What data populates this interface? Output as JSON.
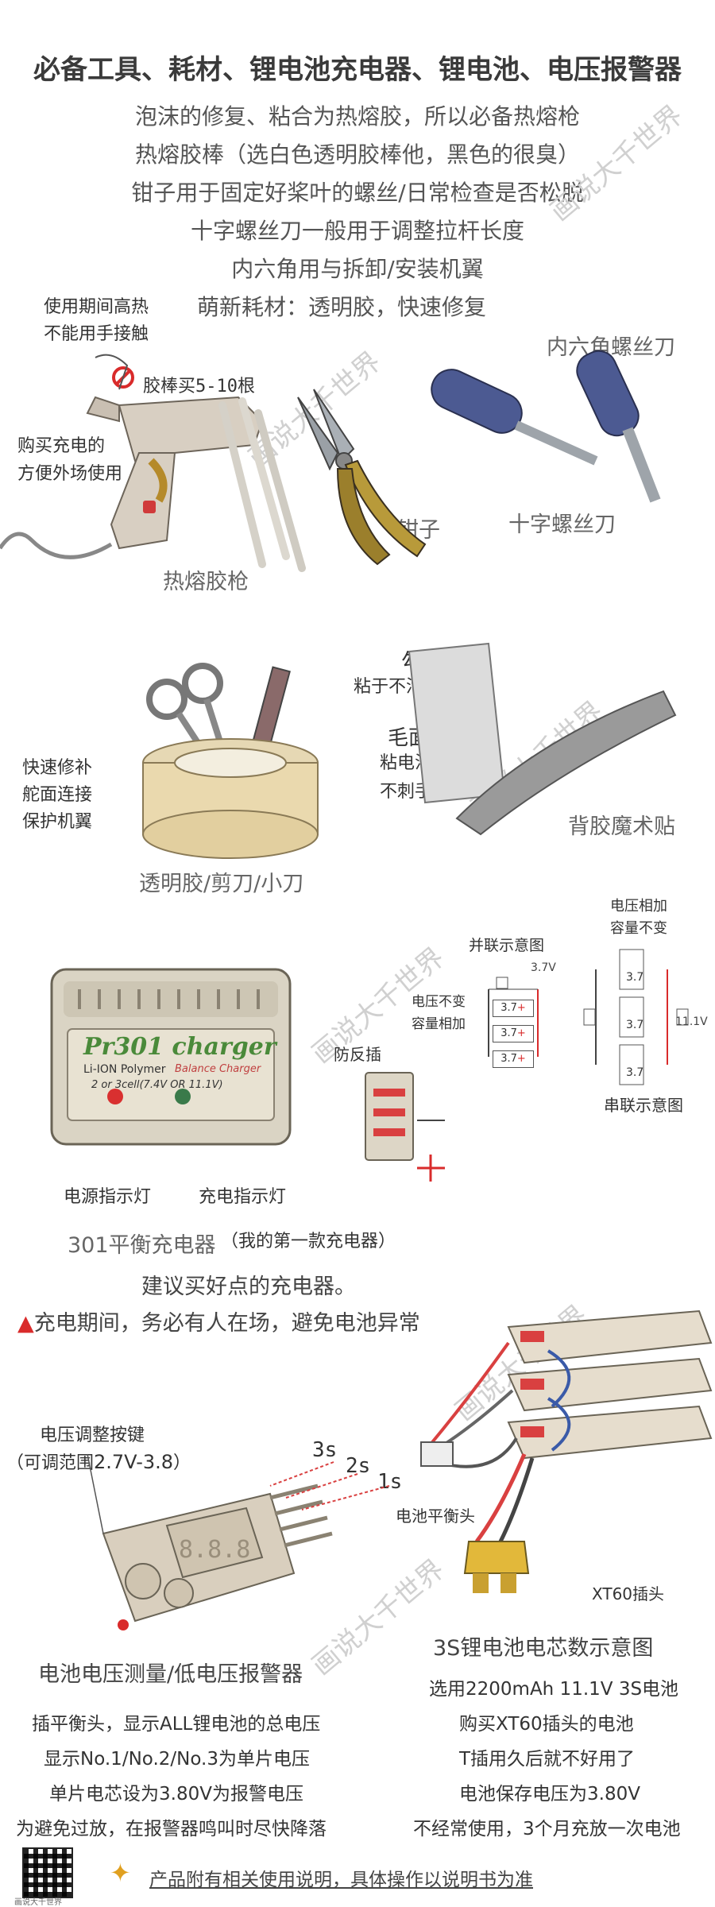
{
  "title": "必备工具、耗材、锂电池充电器、锂电池、电压报警器",
  "intro_lines": [
    "泡沫的修复、粘合为热熔胶，所以必备热熔枪",
    "热熔胶棒（选白色透明胶棒他，黑色的很臭）",
    "钳子用于固定好桨叶的螺丝/日常检查是否松脱",
    "十字螺丝刀一般用于调整拉杆长度",
    "内六角用与拆卸/安装机翼",
    "萌新耗材：透明胶，快速修复"
  ],
  "tools": {
    "warn_line1": "使用期间高热",
    "warn_line2": "不能用手接触",
    "glue_stick": "胶棒买5-10根",
    "buy_charge_1": "购买充电的",
    "buy_charge_2": "方便外场使用",
    "glue_gun": "热熔胶枪",
    "pliers": "钳子",
    "phillips": "十字螺丝刀",
    "hex": "内六角螺丝刀"
  },
  "consumables": {
    "hook_side": "勾面",
    "hook_desc": "粘于不活动面",
    "loop_side": "毛面",
    "loop_desc_1": "粘电池",
    "loop_desc_2": "不刺手",
    "velcro": "背胶魔术贴",
    "repair_1": "快速修补",
    "repair_2": "舵面连接",
    "repair_3": "保护机翼",
    "tape_set": "透明胶/剪刀/小刀"
  },
  "charger": {
    "brand": "Pr301 charger",
    "sub1": "Li-ION Polymer",
    "sub2": "Balance Charger",
    "sub3": "2 or 3cell(7.4V OR 11.1V)",
    "anti_reverse": "防反插",
    "power_led": "电源指示灯",
    "charge_led": "充电指示灯",
    "name": "301平衡充电器",
    "name_note": "（我的第一款充电器）",
    "advice": "建议买好点的充电器。",
    "warning": "充电期间，务必有人在场，避免电池异常",
    "parallel_title": "并联示意图",
    "parallel_v": "3.7V",
    "parallel_note_1": "电压不变",
    "parallel_note_2": "容量相加",
    "cell_v": "3.7",
    "series_note_1": "电压相加",
    "series_note_2": "容量不变",
    "series_v": "11.1V",
    "series_title": "串联示意图"
  },
  "alarm": {
    "button_1": "电压调整按键",
    "button_2_prefix": "（可调范围",
    "button_2_range": "2.7V-3.8",
    "button_2_suffix": "）",
    "s3": "3s",
    "s2": "2s",
    "s1": "1s",
    "balance": "电池平衡头",
    "xt60": "XT60插头",
    "alarm_title": "电池电压测量/低电压报警器",
    "battery_title": "3S锂电池电芯数示意图"
  },
  "notes_left": [
    "插平衡头，显示ALL锂电池的总电压",
    "显示No.1/No.2/No.3为单片电压",
    "单片电芯设为3.80V为报警电压",
    "为避免过放，在报警器鸣叫时尽快降落"
  ],
  "notes_right": [
    "选用2200mAh  11.1V 3S电池",
    "购买XT60插头的电池",
    "T插用久后就不好用了",
    "电池保存电压为3.80V",
    "不经常使用，3个月充放一次电池"
  ],
  "footer": {
    "qr_caption": "画说大千世界",
    "instruction": "产品附有相关使用说明，具体操作以说明书为准"
  },
  "watermark": "画说大千世界",
  "colors": {
    "accent_red": "#d92b2b",
    "cell_red": "#e03030",
    "blue": "#3a5aa8"
  }
}
